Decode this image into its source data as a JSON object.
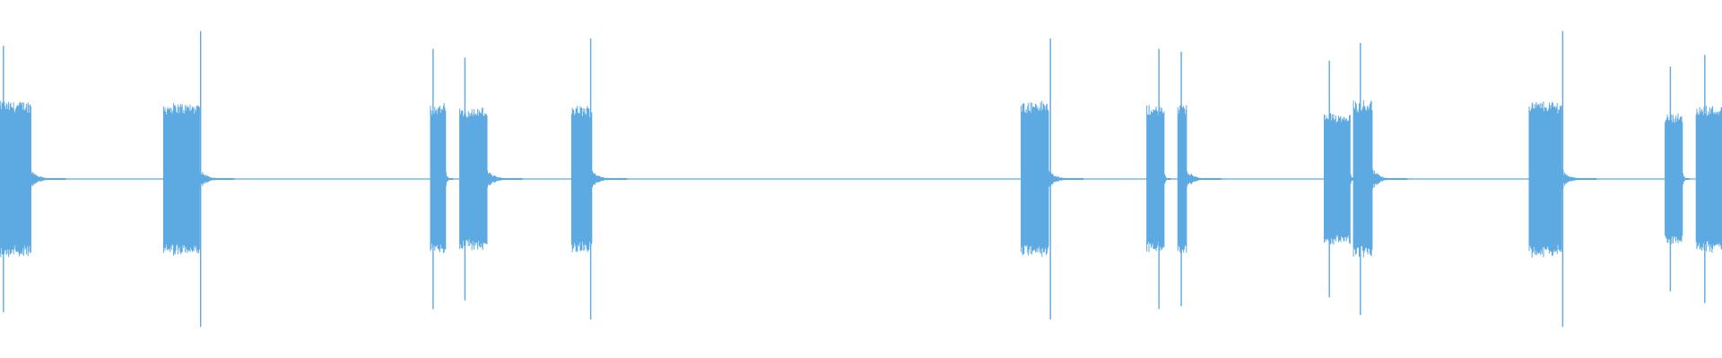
{
  "waveform": {
    "color": "#5DA9E1",
    "background": "#FFFFFF",
    "amplitude_range": [
      -1,
      1
    ],
    "time_range": [
      0,
      1
    ],
    "bursts": [
      {
        "start": 0.0,
        "end": 0.018,
        "amplitude": 0.85,
        "peak": 0.9,
        "peak_at": 0.002,
        "tail": 0.02
      },
      {
        "start": 0.095,
        "end": 0.116,
        "amplitude": 0.83,
        "peak": 1.0,
        "peak_at": 0.1165,
        "tail": 0.02
      },
      {
        "start": 0.25,
        "end": 0.259,
        "amplitude": 0.82,
        "peak": 0.88,
        "peak_at": 0.2515,
        "tail": 0.004
      },
      {
        "start": 0.267,
        "end": 0.283,
        "amplitude": 0.78,
        "peak": 0.82,
        "peak_at": 0.27,
        "tail": 0.02
      },
      {
        "start": 0.332,
        "end": 0.344,
        "amplitude": 0.8,
        "peak": 0.95,
        "peak_at": 0.343,
        "tail": 0.02
      },
      {
        "start": 0.593,
        "end": 0.609,
        "amplitude": 0.85,
        "peak": 0.95,
        "peak_at": 0.61,
        "tail": 0.02
      },
      {
        "start": 0.666,
        "end": 0.676,
        "amplitude": 0.8,
        "peak": 0.88,
        "peak_at": 0.673,
        "tail": 0.004
      },
      {
        "start": 0.684,
        "end": 0.689,
        "amplitude": 0.82,
        "peak": 0.86,
        "peak_at": 0.686,
        "tail": 0.02
      },
      {
        "start": 0.769,
        "end": 0.784,
        "amplitude": 0.72,
        "peak": 0.8,
        "peak_at": 0.772,
        "tail": 0.004
      },
      {
        "start": 0.786,
        "end": 0.797,
        "amplitude": 0.86,
        "peak": 0.92,
        "peak_at": 0.79,
        "tail": 0.02
      },
      {
        "start": 0.888,
        "end": 0.907,
        "amplitude": 0.85,
        "peak": 1.0,
        "peak_at": 0.9075,
        "tail": 0.02
      },
      {
        "start": 0.967,
        "end": 0.977,
        "amplitude": 0.72,
        "peak": 0.76,
        "peak_at": 0.97,
        "tail": 0.004
      },
      {
        "start": 0.985,
        "end": 1.0,
        "amplitude": 0.8,
        "peak": 0.84,
        "peak_at": 0.99,
        "tail": 0.0
      }
    ]
  }
}
